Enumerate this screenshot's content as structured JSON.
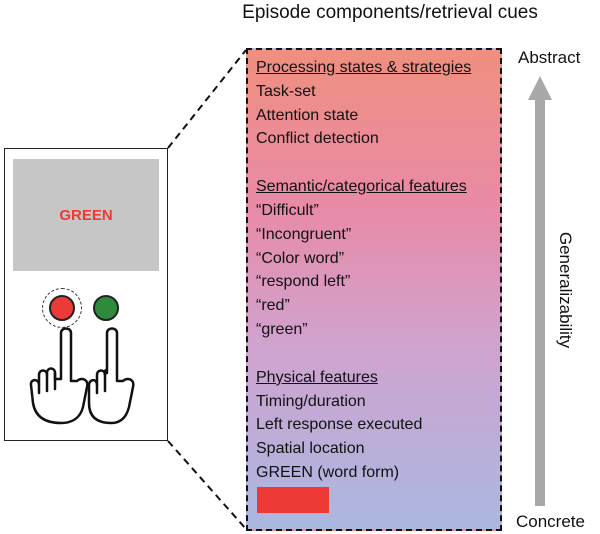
{
  "title": "Episode components/retrieval cues",
  "stimulus_word": "GREEN",
  "colors": {
    "red": "#ee3a36",
    "green": "#2e8b3c",
    "screen_gray": "#c6c6c6",
    "arrow_gray": "#a8a8a8"
  },
  "sections": [
    {
      "heading": "Processing states & strategies",
      "items": [
        "Task-set",
        "Attention state",
        "Conflict detection"
      ]
    },
    {
      "heading": "Semantic/categorical features",
      "items": [
        "“Difficult”",
        "“Incongruent”",
        "“Color word”",
        "“respond left”",
        "“red”",
        "“green”"
      ]
    },
    {
      "heading": "Physical features",
      "items": [
        "Timing/duration",
        "Left response executed",
        "Spatial location",
        "GREEN (word form)"
      ]
    }
  ],
  "axis": {
    "top_label": "Abstract",
    "bottom_label": "Concrete",
    "label": "Generalizability"
  }
}
